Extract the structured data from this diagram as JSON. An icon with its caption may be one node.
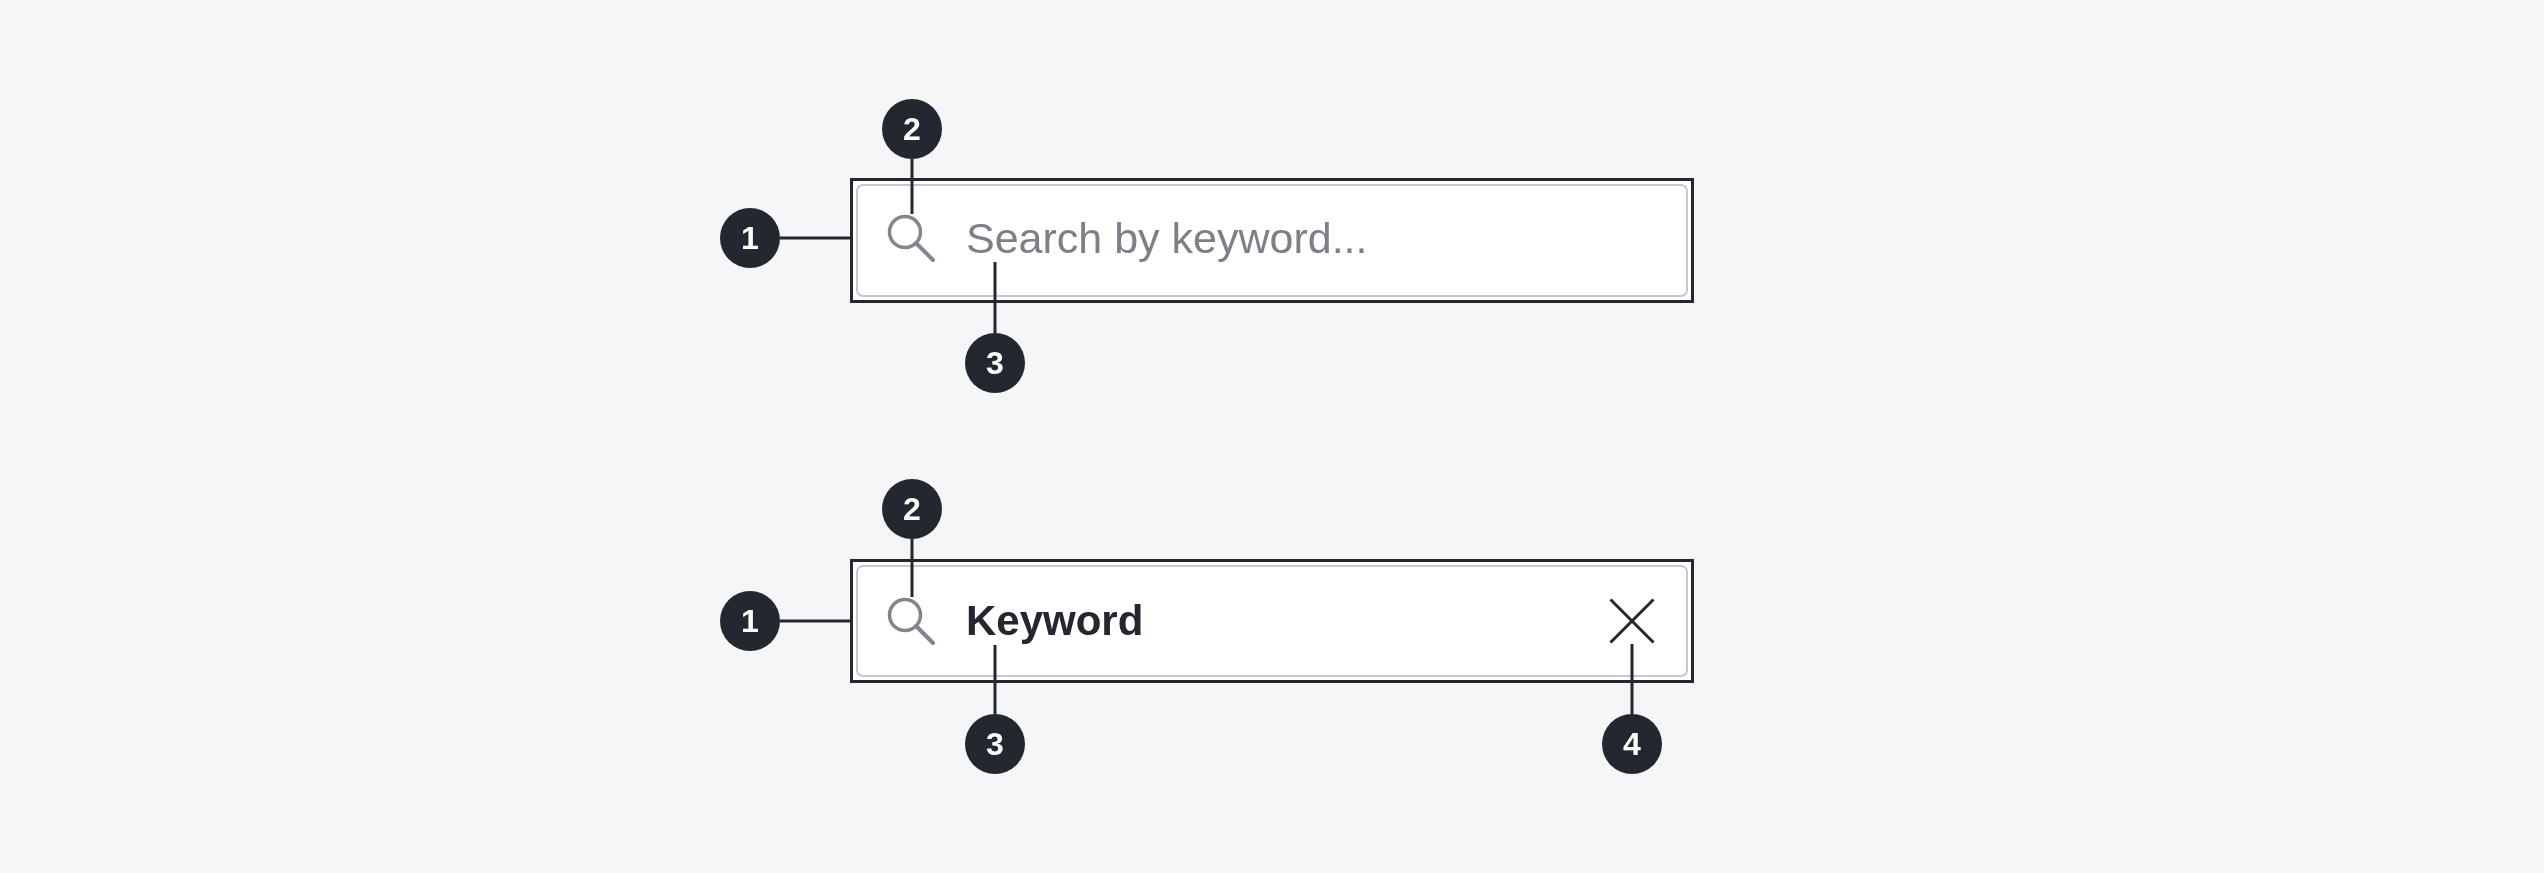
{
  "diagram": {
    "nodes": [
      {
        "text": [
          "2"
        ]
      },
      {
        "text": [
          "1"
        ]
      },
      {
        "text": [],
        "shape": "box"
      },
      {
        "text": [],
        "shape": "circle",
        "in": 2
      },
      {
        "text": [
          "Search by keyword..."
        ],
        "in": 2
      },
      {
        "text": [
          "3"
        ]
      },
      {
        "text": [
          "2"
        ]
      },
      {
        "text": [
          "1"
        ]
      },
      {
        "text": [],
        "shape": "box"
      },
      {
        "text": [],
        "shape": "circle",
        "in": 8
      },
      {
        "text": [
          "Keyword"
        ],
        "in": 8
      },
      {
        "text": [],
        "shape": "picture",
        "in": 8
      },
      {
        "text": [
          "3"
        ]
      },
      {
        "text": [
          "4"
        ]
      }
    ],
    "edges": [
      {
        "from": 1,
        "to": 2,
        "arrow": "none"
      },
      {
        "from": 0,
        "to": 3,
        "arrow": "none"
      },
      {
        "from": 5,
        "to": 4,
        "arrow": "none"
      },
      {
        "from": 7,
        "to": 8,
        "arrow": "none"
      },
      {
        "from": 6,
        "to": 9,
        "arrow": "none"
      },
      {
        "from": 12,
        "to": 10,
        "arrow": "none"
      },
      {
        "from": 13,
        "to": 11,
        "arrow": "none"
      }
    ]
  }
}
